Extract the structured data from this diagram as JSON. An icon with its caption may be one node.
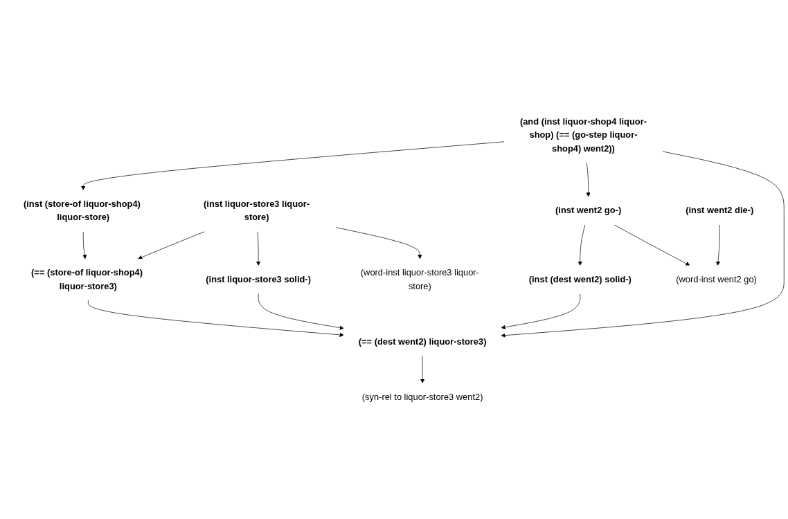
{
  "diagram": {
    "nodes": [
      {
        "text": [
          "(and (inst liquor-shop4 liquor-shop) (== (go-step liquor-shop4) went2))"
        ]
      },
      {
        "text": [
          "(inst (store-of liquor-shop4) liquor-store)"
        ]
      },
      {
        "text": [
          "(inst liquor-store3 liquor-store)"
        ]
      },
      {
        "text": [
          "(inst went2 go-)"
        ]
      },
      {
        "text": [
          "(== (store-of liquor-shop4) liquor-store3)"
        ]
      },
      {
        "text": [
          "(inst (dest went2) solid-)"
        ]
      },
      {
        "text": [
          "(inst liquor-store3 solid-)"
        ]
      },
      {
        "text": [
          "(inst went2 die-)"
        ]
      },
      {
        "text": [
          "(== (dest went2) liquor-store3)"
        ]
      },
      {
        "text": [
          "(word-inst went2 go)"
        ]
      },
      {
        "text": [
          "(syn-rel to liquor-store3 went2)"
        ]
      },
      {
        "text": [
          "(word-inst liquor-store3 liquor-store)"
        ]
      }
    ],
    "edges": [
      {
        "from": 0,
        "to": 1,
        "arrow": "to"
      },
      {
        "from": 0,
        "to": 3,
        "arrow": "to"
      },
      {
        "from": 0,
        "to": 8,
        "arrow": "to"
      },
      {
        "from": 1,
        "to": 4,
        "arrow": "to"
      },
      {
        "from": 2,
        "to": 4,
        "arrow": "to"
      },
      {
        "from": 2,
        "to": 6,
        "arrow": "to"
      },
      {
        "from": 2,
        "to": 11,
        "arrow": "to"
      },
      {
        "from": 3,
        "to": 5,
        "arrow": "to"
      },
      {
        "from": 3,
        "to": 9,
        "arrow": "to"
      },
      {
        "from": 4,
        "to": 8,
        "arrow": "to"
      },
      {
        "from": 5,
        "to": 8,
        "arrow": "to"
      },
      {
        "from": 6,
        "to": 8,
        "arrow": "to"
      },
      {
        "from": 7,
        "to": 9,
        "arrow": "to"
      },
      {
        "from": 8,
        "to": 10,
        "arrow": "to"
      }
    ]
  }
}
